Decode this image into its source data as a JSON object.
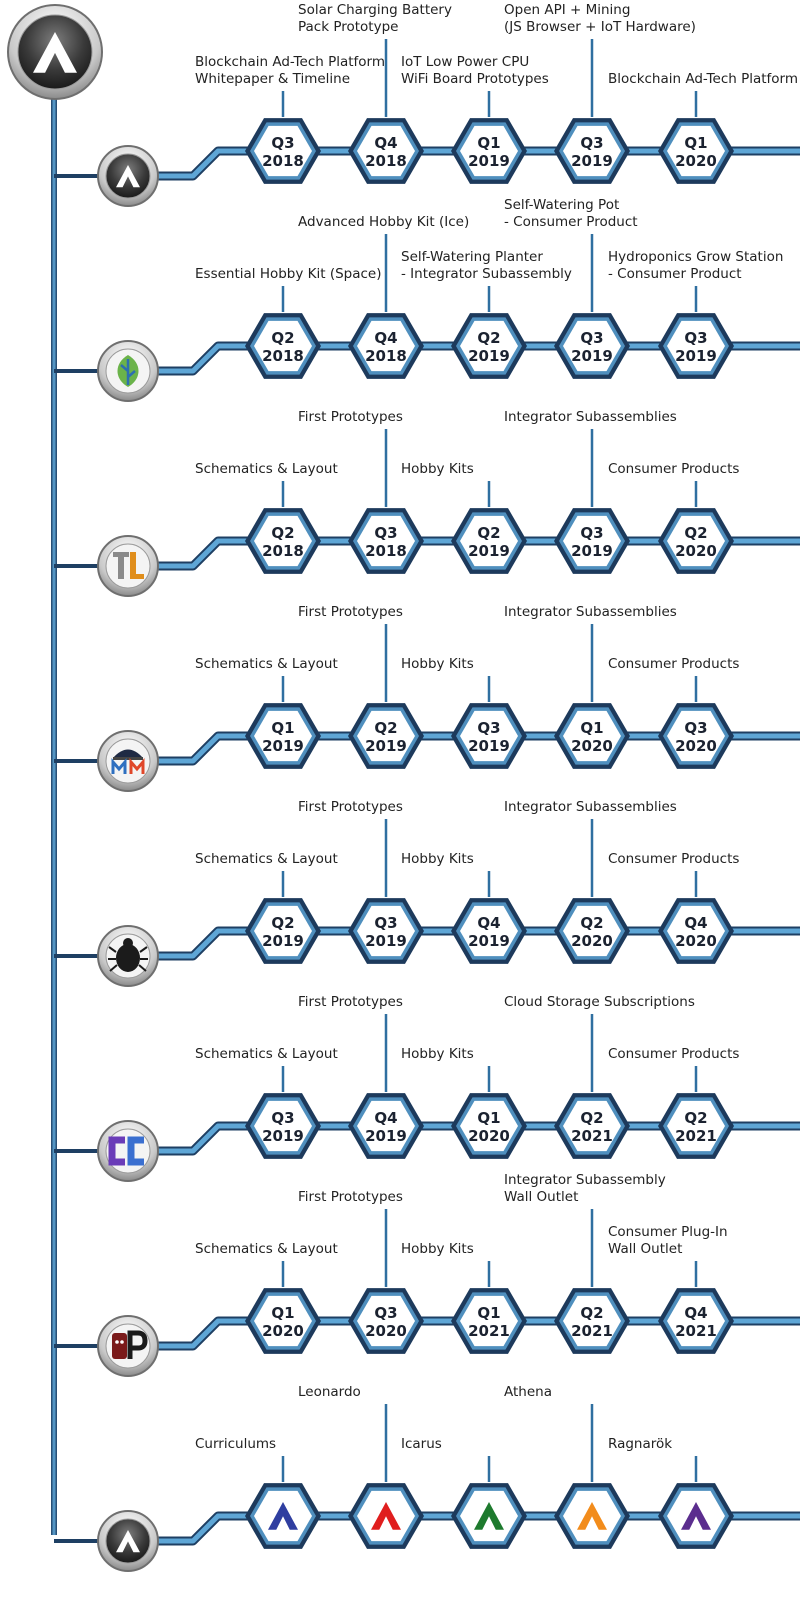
{
  "colors": {
    "track": "#5ea6d6",
    "track_dark": "#1e3f63",
    "hex_outer": "#1d3a5c",
    "hex_inner": "#4f8fbe",
    "hex_face": "#ffffff",
    "connector": "#2f6fa0"
  },
  "header_logo": {
    "icon": "aeon-a-logo-icon"
  },
  "rows": [
    {
      "icon": "aeon-a-logo-icon",
      "milestones": [
        {
          "q": "Q3",
          "year": "2018",
          "level": "low",
          "label": [
            "Blockchain Ad-Tech Platform",
            "Whitepaper & Timeline"
          ]
        },
        {
          "q": "Q4",
          "year": "2018",
          "level": "high",
          "label": [
            "Solar Charging Battery",
            "Pack Prototype"
          ]
        },
        {
          "q": "Q1",
          "year": "2019",
          "level": "low",
          "label": [
            "IoT Low Power CPU",
            "WiFi Board Prototypes"
          ]
        },
        {
          "q": "Q3",
          "year": "2019",
          "level": "high",
          "label": [
            "Open API + Mining",
            "(JS Browser + IoT Hardware)"
          ]
        },
        {
          "q": "Q1",
          "year": "2020",
          "level": "low",
          "label": [
            "Blockchain Ad-Tech Platform"
          ]
        }
      ]
    },
    {
      "icon": "leaf-logo-icon",
      "milestones": [
        {
          "q": "Q2",
          "year": "2018",
          "level": "low",
          "label": [
            "Essential Hobby Kit (Space)"
          ]
        },
        {
          "q": "Q4",
          "year": "2018",
          "level": "high",
          "label": [
            "Advanced Hobby Kit (Ice)"
          ]
        },
        {
          "q": "Q2",
          "year": "2019",
          "level": "low",
          "label": [
            "Self-Watering Planter",
            "- Integrator Subassembly"
          ]
        },
        {
          "q": "Q3",
          "year": "2019",
          "level": "high",
          "label": [
            "Self-Watering Pot",
            "- Consumer Product"
          ]
        },
        {
          "q": "Q3",
          "year": "2019",
          "level": "low",
          "label": [
            "Hydroponics Grow Station",
            "- Consumer Product"
          ]
        }
      ]
    },
    {
      "icon": "tl-logo-icon",
      "milestones": [
        {
          "q": "Q2",
          "year": "2018",
          "level": "low",
          "label": [
            "Schematics & Layout"
          ]
        },
        {
          "q": "Q3",
          "year": "2018",
          "level": "high",
          "label": [
            "First Prototypes"
          ]
        },
        {
          "q": "Q2",
          "year": "2019",
          "level": "low",
          "label": [
            "Hobby Kits"
          ]
        },
        {
          "q": "Q3",
          "year": "2019",
          "level": "high",
          "label": [
            "Integrator Subassemblies"
          ]
        },
        {
          "q": "Q2",
          "year": "2020",
          "level": "low",
          "label": [
            "Consumer Products"
          ]
        }
      ]
    },
    {
      "icon": "mm-logo-icon",
      "milestones": [
        {
          "q": "Q1",
          "year": "2019",
          "level": "low",
          "label": [
            "Schematics & Layout"
          ]
        },
        {
          "q": "Q2",
          "year": "2019",
          "level": "high",
          "label": [
            "First Prototypes"
          ]
        },
        {
          "q": "Q3",
          "year": "2019",
          "level": "low",
          "label": [
            "Hobby Kits"
          ]
        },
        {
          "q": "Q1",
          "year": "2020",
          "level": "high",
          "label": [
            "Integrator Subassemblies"
          ]
        },
        {
          "q": "Q3",
          "year": "2020",
          "level": "low",
          "label": [
            "Consumer Products"
          ]
        }
      ]
    },
    {
      "icon": "gb-bug-logo-icon",
      "milestones": [
        {
          "q": "Q2",
          "year": "2019",
          "level": "low",
          "label": [
            "Schematics & Layout"
          ]
        },
        {
          "q": "Q3",
          "year": "2019",
          "level": "high",
          "label": [
            "First Prototypes"
          ]
        },
        {
          "q": "Q4",
          "year": "2019",
          "level": "low",
          "label": [
            "Hobby Kits"
          ]
        },
        {
          "q": "Q2",
          "year": "2020",
          "level": "high",
          "label": [
            "Integrator Subassemblies"
          ]
        },
        {
          "q": "Q4",
          "year": "2020",
          "level": "low",
          "label": [
            "Consumer Products"
          ]
        }
      ]
    },
    {
      "icon": "cc-logo-icon",
      "milestones": [
        {
          "q": "Q3",
          "year": "2019",
          "level": "low",
          "label": [
            "Schematics & Layout"
          ]
        },
        {
          "q": "Q4",
          "year": "2019",
          "level": "high",
          "label": [
            "First Prototypes"
          ]
        },
        {
          "q": "Q1",
          "year": "2020",
          "level": "low",
          "label": [
            "Hobby Kits"
          ]
        },
        {
          "q": "Q2",
          "year": "2021",
          "level": "high",
          "label": [
            "Cloud Storage Subscriptions"
          ]
        },
        {
          "q": "Q2",
          "year": "2021",
          "level": "low",
          "label": [
            "Consumer Products"
          ]
        }
      ]
    },
    {
      "icon": "op-plug-logo-icon",
      "milestones": [
        {
          "q": "Q1",
          "year": "2020",
          "level": "low",
          "label": [
            "Schematics & Layout"
          ]
        },
        {
          "q": "Q3",
          "year": "2020",
          "level": "high",
          "label": [
            "First Prototypes"
          ]
        },
        {
          "q": "Q1",
          "year": "2021",
          "level": "low",
          "label": [
            "Hobby Kits"
          ]
        },
        {
          "q": "Q2",
          "year": "2021",
          "level": "high",
          "label": [
            "Integrator Subassembly",
            "Wall Outlet"
          ]
        },
        {
          "q": "Q4",
          "year": "2021",
          "level": "low",
          "label": [
            "Consumer Plug-In",
            "Wall Outlet"
          ]
        }
      ]
    },
    {
      "icon": "aeon-a-logo-icon",
      "milestones": [
        {
          "symbol": "a-logo-icon",
          "symbol_color": "#2f3ea0",
          "level": "low",
          "label": [
            "Curriculums"
          ]
        },
        {
          "symbol": "a-logo-icon",
          "symbol_color": "#e01e1e",
          "level": "high",
          "label": [
            "Leonardo"
          ]
        },
        {
          "symbol": "a-logo-icon",
          "symbol_color": "#1e7a2e",
          "level": "low",
          "label": [
            "Icarus"
          ]
        },
        {
          "symbol": "a-logo-icon",
          "symbol_color": "#f28c1c",
          "level": "high",
          "label": [
            "Athena"
          ]
        },
        {
          "symbol": "a-logo-icon",
          "symbol_color": "#5b2d8e",
          "level": "low",
          "label": [
            "Ragnarök"
          ]
        }
      ]
    }
  ]
}
